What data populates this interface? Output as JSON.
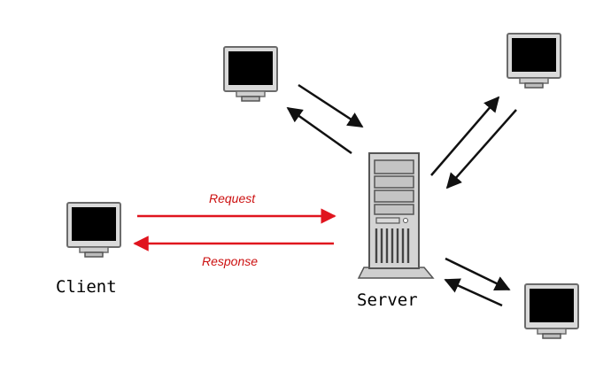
{
  "labels": {
    "client": "Client",
    "server": "Server",
    "request": "Request",
    "response": "Response"
  },
  "colors": {
    "request_arrow": "#e0141e",
    "response_arrow": "#e0141e",
    "request_text": "#cc1111",
    "peer_arrow": "#111111",
    "monitor_frame": "#d9d9d9",
    "monitor_screen": "#000000",
    "server_body": "#d4d4d4"
  },
  "icons": {
    "client": "monitor-icon",
    "server": "server-tower-icon",
    "peer": "monitor-icon"
  }
}
